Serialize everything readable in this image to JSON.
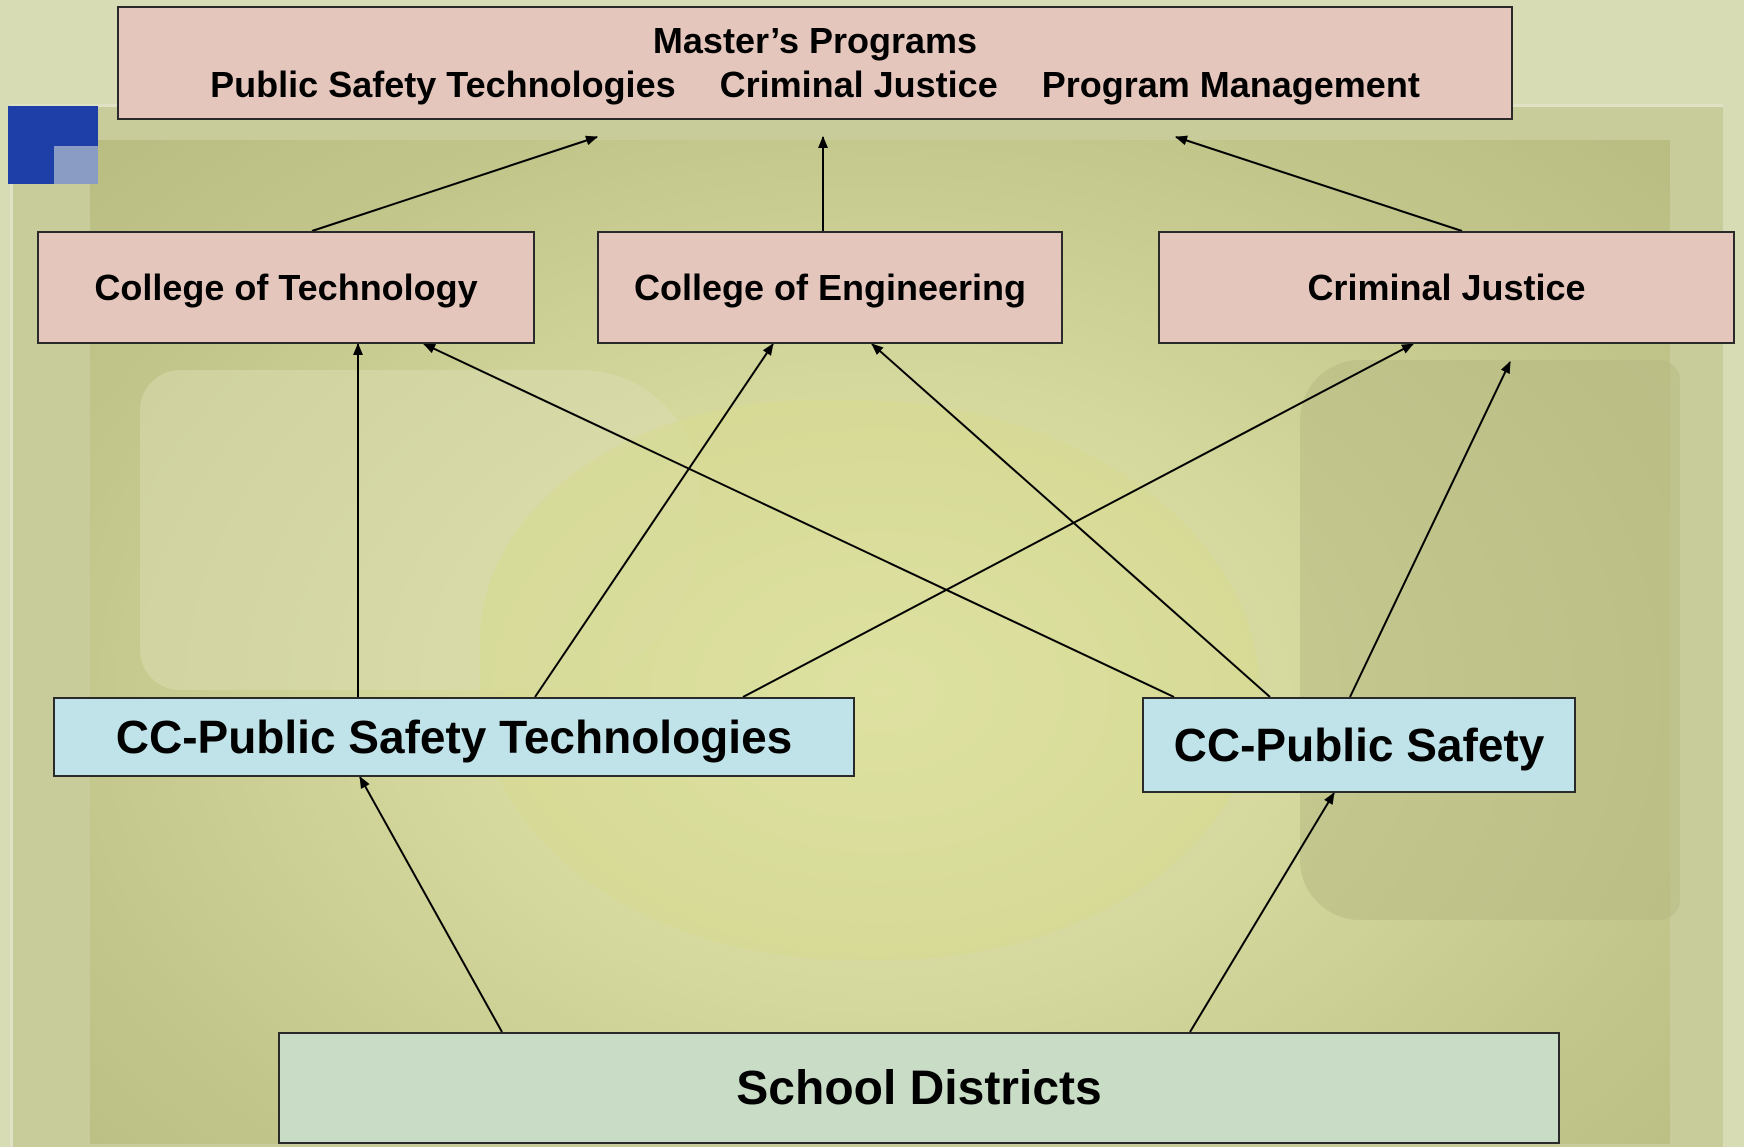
{
  "masters": {
    "title": "Master’s Programs",
    "programs": [
      "Public Safety Technologies",
      "Criminal Justice",
      "Program Management"
    ]
  },
  "colleges": [
    {
      "label": "College of Technology"
    },
    {
      "label": "College of Engineering"
    },
    {
      "label": "Criminal Justice"
    }
  ],
  "community_colleges": [
    {
      "label": "CC-Public Safety Technologies"
    },
    {
      "label": "CC-Public Safety"
    }
  ],
  "school_districts": {
    "label": "School Districts"
  },
  "colors": {
    "upper_boxes": "#e4c6bc",
    "community_college_boxes": "#bfe3e8",
    "school_district_box": "#c8dcc6",
    "logo": "#1e3fa8"
  }
}
